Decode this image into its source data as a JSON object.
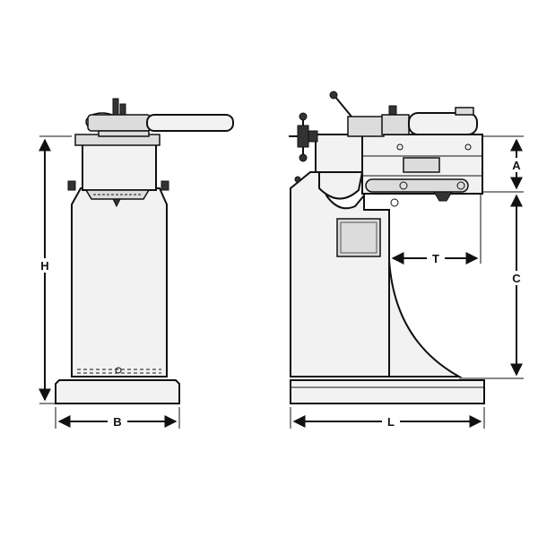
{
  "dimensions": {
    "height": "H",
    "base_width": "B",
    "length": "L",
    "offset_a": "A",
    "offset_c": "C",
    "throat": "T"
  }
}
